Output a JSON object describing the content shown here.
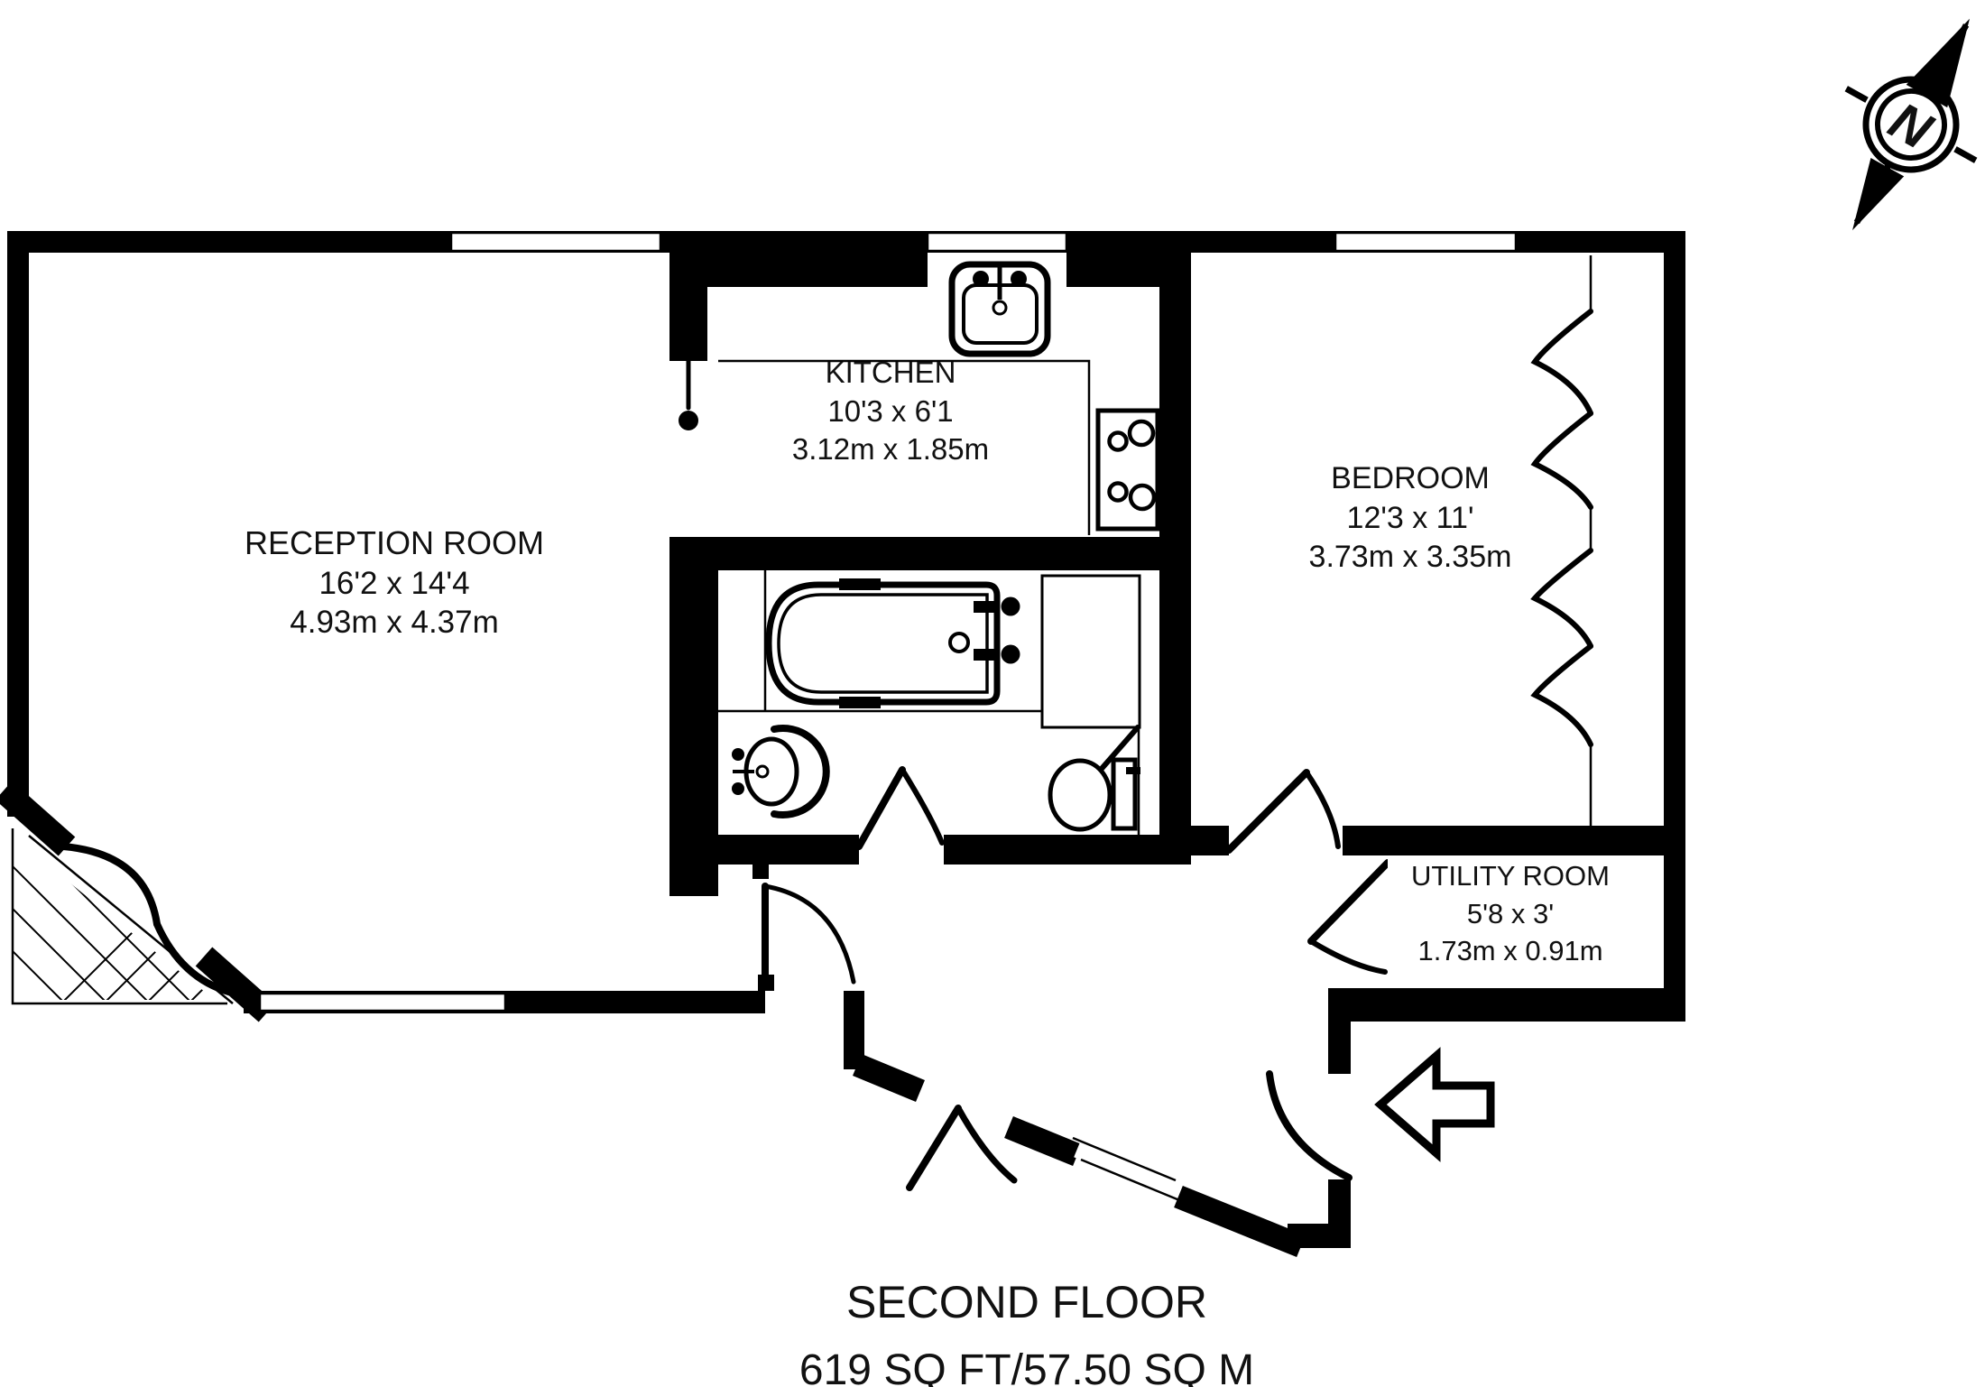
{
  "floorplan": {
    "floor_label": "SECOND FLOOR",
    "area_label": "619 SQ FT/57.50 SQ M",
    "compass_label": "N",
    "rooms": [
      {
        "id": "reception-room",
        "name": "RECEPTION ROOM",
        "dims_imperial": "16'2 x 14'4",
        "dims_metric": "4.93m x 4.37m"
      },
      {
        "id": "kitchen",
        "name": "KITCHEN",
        "dims_imperial": "10'3 x 6'1",
        "dims_metric": "3.12m x 1.85m"
      },
      {
        "id": "bedroom",
        "name": "BEDROOM",
        "dims_imperial": "12'3 x 11'",
        "dims_metric": "3.73m x 3.35m"
      },
      {
        "id": "utility-room",
        "name": "UTILITY ROOM",
        "dims_imperial": "5'8 x 3'",
        "dims_metric": "1.73m x 0.91m"
      }
    ],
    "colors": {
      "wall": "#000000",
      "background": "#ffffff",
      "text": "#111111"
    }
  }
}
